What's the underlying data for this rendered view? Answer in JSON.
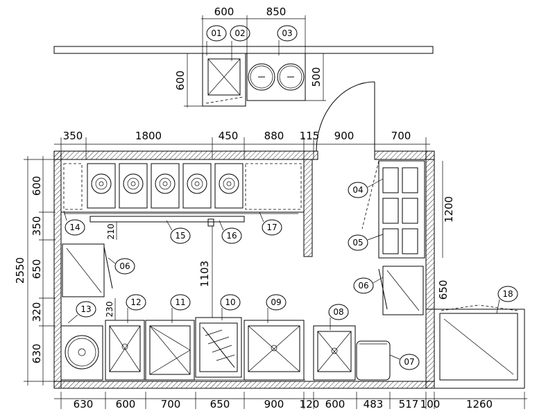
{
  "diagram": {
    "top_dimensions": [
      "600",
      "850"
    ],
    "top_side_dimensions": [
      "600",
      "500"
    ],
    "wall_dimensions_top": [
      "350",
      "1800",
      "450",
      "880",
      "115",
      "900",
      "700"
    ],
    "wall_dimensions_bottom": [
      "630",
      "600",
      "700",
      "650",
      "900",
      "120",
      "600",
      "483",
      "517",
      "100",
      "1260"
    ],
    "left_dimensions": [
      "2550",
      "600",
      "350",
      "650",
      "320",
      "630"
    ],
    "inner_dimensions": [
      "210",
      "1103",
      "230"
    ],
    "right_dimensions": [
      "1200",
      "650"
    ],
    "tags": [
      "01",
      "02",
      "03",
      "04",
      "05",
      "06",
      "06",
      "07",
      "08",
      "09",
      "10",
      "11",
      "12",
      "13",
      "14",
      "15",
      "16",
      "17",
      "18"
    ]
  }
}
